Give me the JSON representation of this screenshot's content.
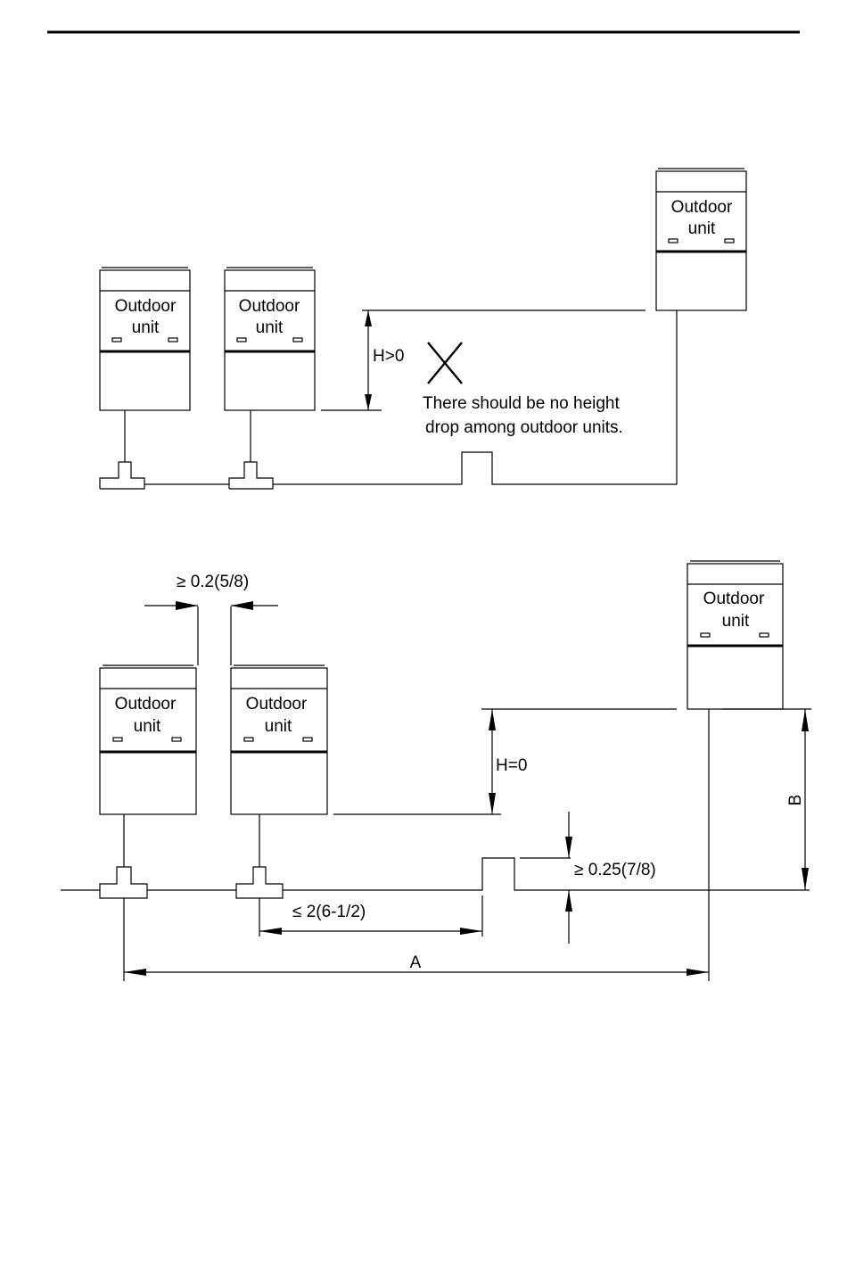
{
  "unit_label_line1": "Outdoor",
  "unit_label_line2": "unit",
  "top": {
    "height_label": "H>0",
    "note_line1": "There should be no height",
    "note_line2": "drop among outdoor units."
  },
  "bottom": {
    "spacing_label": "≥ 0.2(5/8)",
    "height_label": "H=0",
    "riser_label": "≥ 0.25(7/8)",
    "branch_label": "≤ 2(6-1/2)",
    "dim_a": "A",
    "dim_b": "B"
  }
}
